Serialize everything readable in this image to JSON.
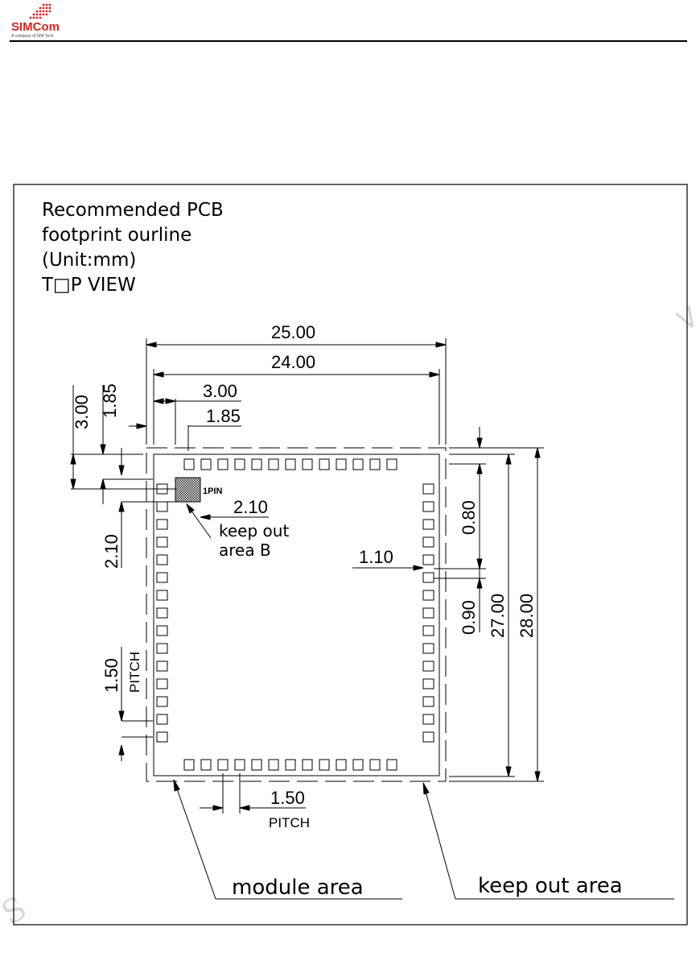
{
  "header": {
    "logo_text": "SIMCom",
    "logo_tagline": "A company of SIM Tech"
  },
  "drawing": {
    "title_lines": [
      "Recommended PCB",
      "footprint ourline",
      "(Unit:mm)",
      "T□P VIEW"
    ],
    "dimensions": {
      "width_outer": "25.00",
      "width_inner": "24.00",
      "top_offset_a": "3.00",
      "top_offset_b": "1.85",
      "left_offset_a": "3.00",
      "left_offset_b": "1.85",
      "pin1_gap_h": "2.10",
      "pin1_gap_v": "2.10",
      "pad_length_right": "0.80",
      "pad_width": "1.10",
      "pad_gap": "0.90",
      "height_inner": "27.00",
      "height_outer": "28.00",
      "pitch_left": "1.50",
      "pitch_left_label": "PITCH",
      "pitch_bottom": "1.50",
      "pitch_bottom_label": "PITCH"
    },
    "labels": {
      "pin1": "1PIN",
      "keep_out_b_line1": "keep out",
      "keep_out_b_line2": "area B",
      "module_area": "module area",
      "keep_out_area": "keep out area"
    }
  },
  "colors": {
    "logo_red": "#d7261e",
    "line": "#000000",
    "watermark": "#d8d8d8"
  }
}
